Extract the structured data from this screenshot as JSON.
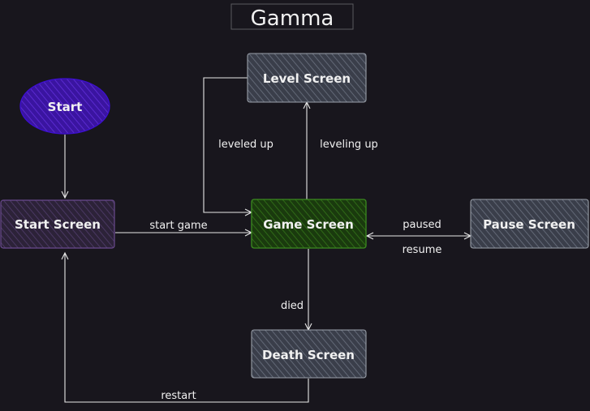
{
  "title": "Gamma",
  "nodes": {
    "start": {
      "label": "Start",
      "fill": "#4a1aa8",
      "stroke": "#3d0fd1"
    },
    "start_screen": {
      "label": "Start Screen",
      "fill": "#3a2a4e",
      "stroke": "#6a4a8e"
    },
    "level_screen": {
      "label": "Level Screen",
      "fill": "#4b5060",
      "stroke": "#9aa0aa"
    },
    "game_screen": {
      "label": "Game Screen",
      "fill": "#1f4a12",
      "stroke": "#3b8a1f"
    },
    "pause_screen": {
      "label": "Pause Screen",
      "fill": "#4b5060",
      "stroke": "#9aa0aa"
    },
    "death_screen": {
      "label": "Death Screen",
      "fill": "#4b5060",
      "stroke": "#9aa0aa"
    }
  },
  "edges": {
    "start_game": "start game",
    "leveled_up": "leveled up",
    "leveling_up": "leveling up",
    "paused": "paused",
    "resume": "resume",
    "died": "died",
    "restart": "restart"
  }
}
